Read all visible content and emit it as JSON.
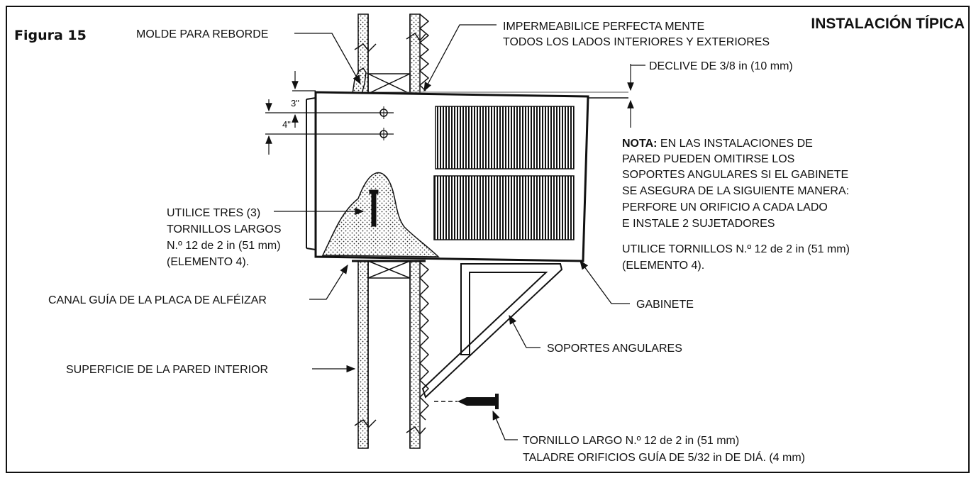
{
  "figure_label": "Figura 15",
  "title": "INSTALACIÓN TÍPICA",
  "labels": {
    "molde": "MOLDE PARA REBORDE",
    "impermeabilice_1": "IMPERMEABILICE PERFECTA MENTE",
    "impermeabilice_2": "TODOS LOS LADOS INTERIORES Y EXTERIORES",
    "declive": "DECLIVE DE 3/8 in (10 mm)",
    "dim_3": "3\"",
    "dim_4": "4\"",
    "nota_bold": "NOTA:",
    "nota_1": " EN LAS INSTALACIONES DE",
    "nota_2": "PARED PUEDEN OMITIRSE LOS",
    "nota_3": "SOPORTES ANGULARES SI EL GABINETE",
    "nota_4": "SE ASEGURA DE LA SIGUIENTE MANERA:",
    "nota_5": "PERFORE UN ORIFICIO A CADA LADO",
    "nota_6": "E INSTALE 2 SUJETADORES",
    "tornillos_1": "UTILICE TORNILLOS N.º 12 de 2 in (51 mm)",
    "tornillos_2": "(ELEMENTO 4).",
    "utilice_1": "UTILICE TRES (3)",
    "utilice_2": "TORNILLOS LARGOS",
    "utilice_3": "N.º 12 de 2 in (51 mm)",
    "utilice_4": "(ELEMENTO 4).",
    "canal": "CANAL GUÍA DE LA PLACA DE ALFÉIZAR",
    "gabinete": "GABINETE",
    "soportes": "SOPORTES ANGULARES",
    "superficie": "SUPERFICIE DE LA PARED INTERIOR",
    "tornillo_largo_1": "TORNILLO LARGO N.º 12 de 2 in (51 mm)",
    "tornillo_largo_2": "TALADRE ORIFICIOS GUÍA DE 5/32 in DE DIÁ. (4 mm)"
  }
}
